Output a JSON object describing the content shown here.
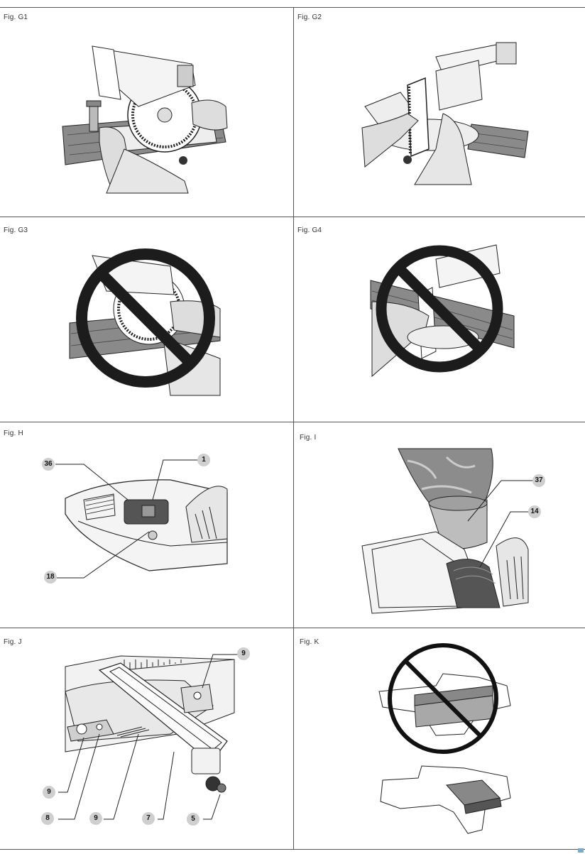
{
  "figures": [
    {
      "label": "Fig. G1"
    },
    {
      "label": "Fig. G2"
    },
    {
      "label": "Fig. G3"
    },
    {
      "label": "Fig. G4"
    },
    {
      "label": "Fig. H",
      "callouts": [
        "36",
        "1",
        "18"
      ]
    },
    {
      "label": "Fig. I",
      "callouts": [
        "37",
        "14"
      ]
    },
    {
      "label": "Fig. J",
      "callouts": [
        "9",
        "9",
        "8",
        "9",
        "7",
        "5"
      ]
    },
    {
      "label": "Fig. K"
    }
  ]
}
